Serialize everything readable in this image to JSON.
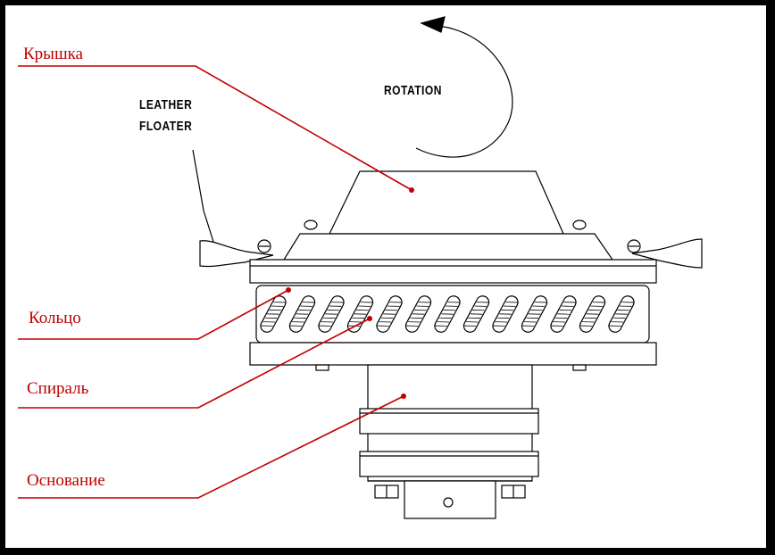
{
  "labels": {
    "cover": "Крышка",
    "ring": "Кольцо",
    "spiral": "Спираль",
    "base": "Основание"
  },
  "drawing_text": {
    "rotation": "ROTATION",
    "leather_line1": "LEATHER",
    "leather_line2": "FLOATER"
  },
  "colors": {
    "leader": "#c00000",
    "frame": "#000000",
    "background": "#ffffff"
  }
}
